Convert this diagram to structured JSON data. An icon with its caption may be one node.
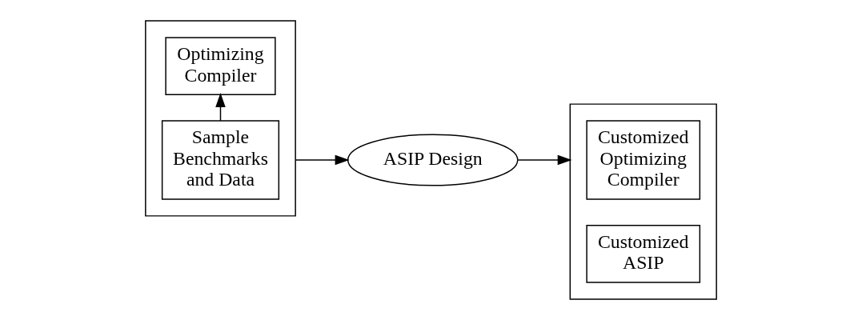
{
  "diagram": {
    "nodes": [
      {
        "text": [],
        "shape": "box"
      },
      {
        "text": [
          "Optimizing Compiler"
        ],
        "in": 0
      },
      {
        "text": [
          "Sample Benchmarks and Data"
        ],
        "in": 0
      },
      {
        "text": [
          "ASIP Design"
        ]
      },
      {
        "text": [],
        "shape": "box"
      },
      {
        "text": [
          "Customized Optimizing Compiler"
        ],
        "in": 4
      },
      {
        "text": [
          "Customized ASIP"
        ],
        "in": 4
      }
    ],
    "edges": [
      {
        "from": 2,
        "to": 1,
        "arrow": "to"
      },
      {
        "from": 0,
        "to": 3,
        "arrow": "to"
      },
      {
        "from": 3,
        "to": 4,
        "arrow": "to"
      }
    ]
  }
}
